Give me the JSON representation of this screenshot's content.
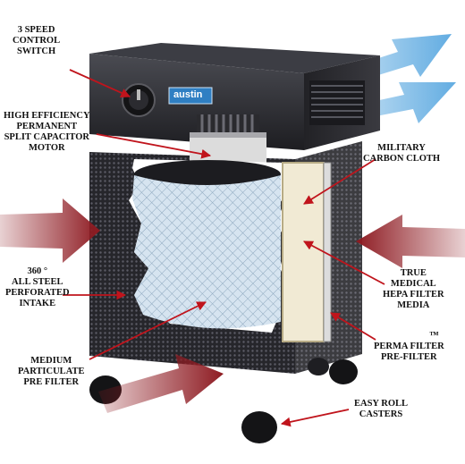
{
  "brand": {
    "logo": "austin"
  },
  "labels": {
    "speed_switch": [
      "3 SPEED",
      "CONTROL",
      "SWITCH"
    ],
    "motor": [
      "HIGH EFFICIENCY",
      "PERMANENT",
      "SPLIT CAPACITOR",
      "MOTOR"
    ],
    "carbon_cloth": [
      "MILITARY",
      "CARBON CLOTH"
    ],
    "intake": [
      "360 °",
      "ALL STEEL",
      "PERFORATED",
      "INTAKE"
    ],
    "hepa": [
      "TRUE",
      "MEDICAL",
      "HEPA FILTER",
      "MEDIA"
    ],
    "pre_filter_medium": [
      "MEDIUM",
      "PARTICULATE",
      "PRE FILTER"
    ],
    "perma_filter": [
      "™",
      "PERMA FILTER",
      "PRE-FILTER"
    ],
    "casters": [
      "EASY ROLL",
      "CASTERS"
    ]
  },
  "colors": {
    "housing": "#2a2a2e",
    "intake_arrow": "#8e1b22",
    "outflow_arrow": "#5aa8e0",
    "filter": "#cfe0ee",
    "hepa_media": "#f1ead4",
    "pointer": "#c0141c"
  }
}
